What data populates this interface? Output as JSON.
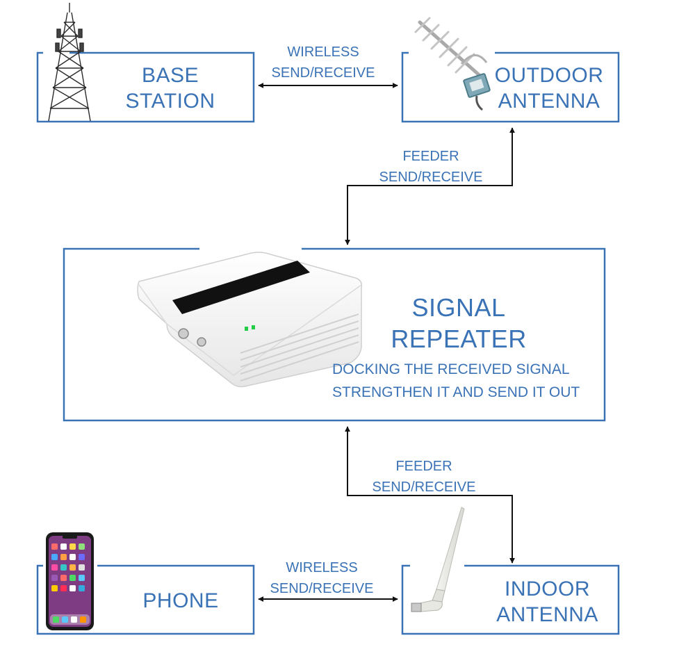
{
  "colors": {
    "box_border": "#3a72b6",
    "text": "#3a72b6",
    "arrow": "#111111"
  },
  "nodes": {
    "base_station": {
      "line1": "BASE",
      "line2": "STATION",
      "icon": "cell-tower-icon"
    },
    "outdoor_antenna": {
      "line1": "OUTDOOR",
      "line2": "ANTENNA",
      "icon": "yagi-antenna-icon"
    },
    "signal_repeater": {
      "line1": "SIGNAL",
      "line2": "REPEATER",
      "desc1": "DOCKING THE RECEIVED SIGNAL",
      "desc2": "STRENGTHEN IT AND SEND IT OUT",
      "icon": "repeater-device-icon"
    },
    "phone": {
      "label": "PHONE",
      "icon": "smartphone-icon"
    },
    "indoor_antenna": {
      "line1": "INDOOR",
      "line2": "ANTENNA",
      "icon": "whip-antenna-icon"
    }
  },
  "links": {
    "top_wireless": {
      "line1": "WIRELESS",
      "line2": "SEND/RECEIVE"
    },
    "upper_feeder": {
      "line1": "FEEDER",
      "line2": "SEND/RECEIVE"
    },
    "lower_feeder": {
      "line1": "FEEDER",
      "line2": "SEND/RECEIVE"
    },
    "bottom_wireless": {
      "line1": "WIRELESS",
      "line2": "SEND/RECEIVE"
    }
  }
}
